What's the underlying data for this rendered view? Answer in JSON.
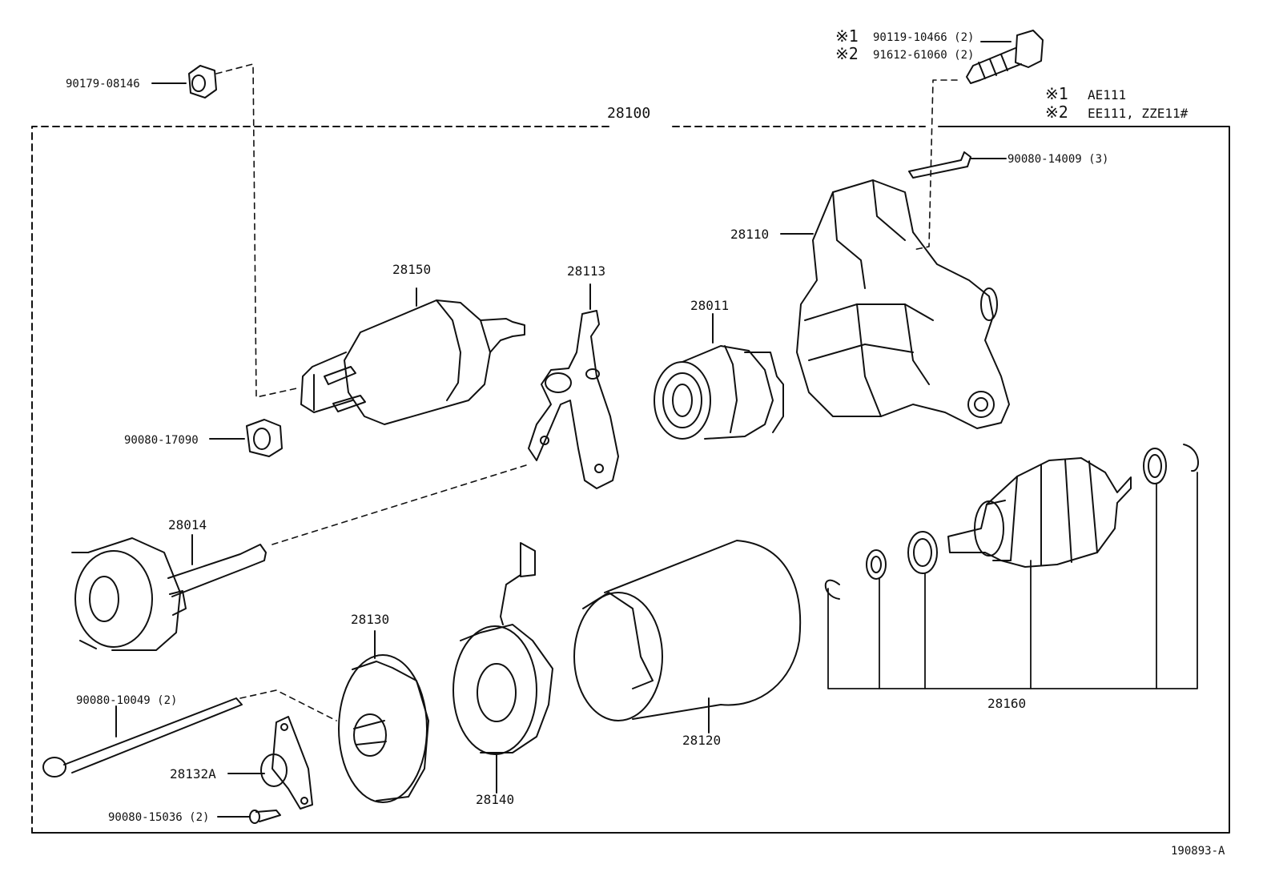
{
  "diagram_id": "190893-A",
  "assembly": {
    "number": "28100"
  },
  "notes": [
    {
      "mark": "※1",
      "text": "AE111"
    },
    {
      "mark": "※2",
      "text": "EE111, ZZE11#"
    }
  ],
  "parts": {
    "top_bolt_1": {
      "mark": "※1",
      "number": "90119-10466 (2)"
    },
    "top_bolt_2": {
      "mark": "※2",
      "number": "91612-61060 (2)"
    },
    "nut_top": "90179-08146",
    "screw_long": "90080-14009 (3)",
    "housing": "28110",
    "solenoid": "28150",
    "lever": "28113",
    "clutch": "28011",
    "nut_side": "90080-17090",
    "bearing_assy": "28014",
    "armature": "28160",
    "yoke": "28120",
    "end_frame": "28130",
    "brush_holder": "28140",
    "through_bolt": "90080-10049 (2)",
    "cover": "28132A",
    "small_screw": "90080-15036 (2)"
  }
}
